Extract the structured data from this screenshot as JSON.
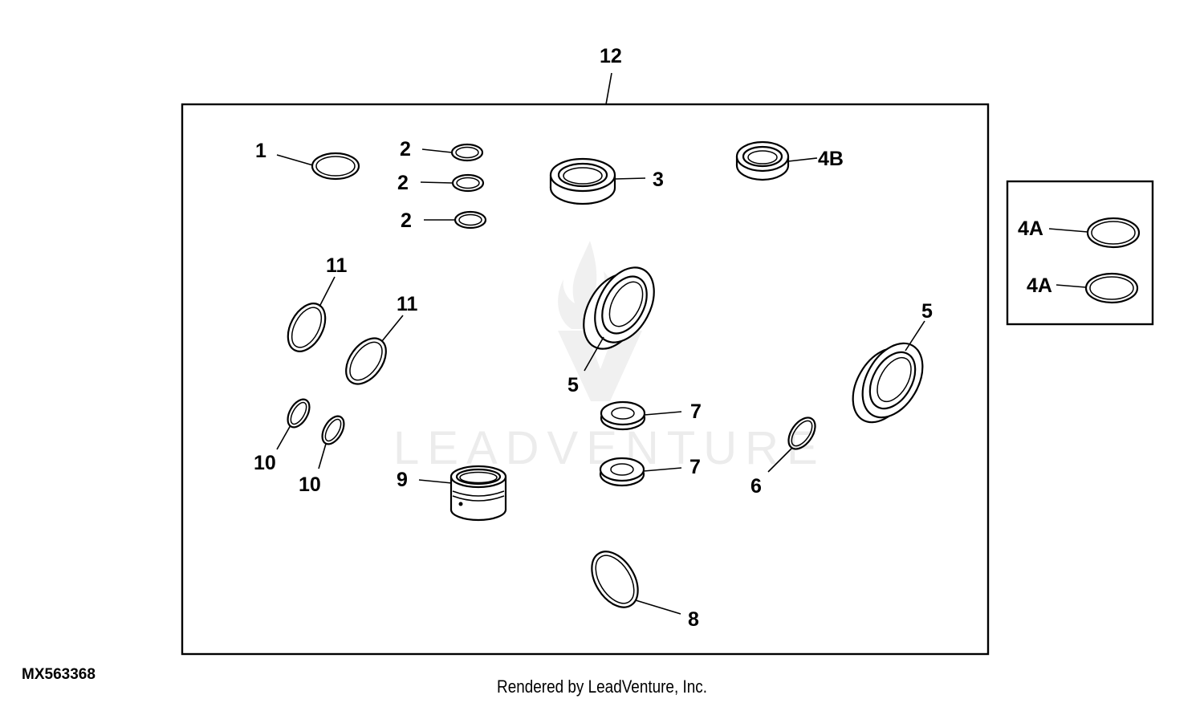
{
  "figure_id": "MX563368",
  "credit": "Rendered by LeadVenture, Inc.",
  "watermark": "LEADVENTURE",
  "callouts": {
    "c12": "12",
    "c1": "1",
    "c2a": "2",
    "c2b": "2",
    "c2c": "2",
    "c3": "3",
    "c4b": "4B",
    "c4a_top": "4A",
    "c4a_bottom": "4A",
    "c11a": "11",
    "c11b": "11",
    "c5_center": "5",
    "c5_right": "5",
    "c7_top": "7",
    "c7_bottom": "7",
    "c10a": "10",
    "c10b": "10",
    "c9": "9",
    "c6": "6",
    "c8": "8"
  }
}
